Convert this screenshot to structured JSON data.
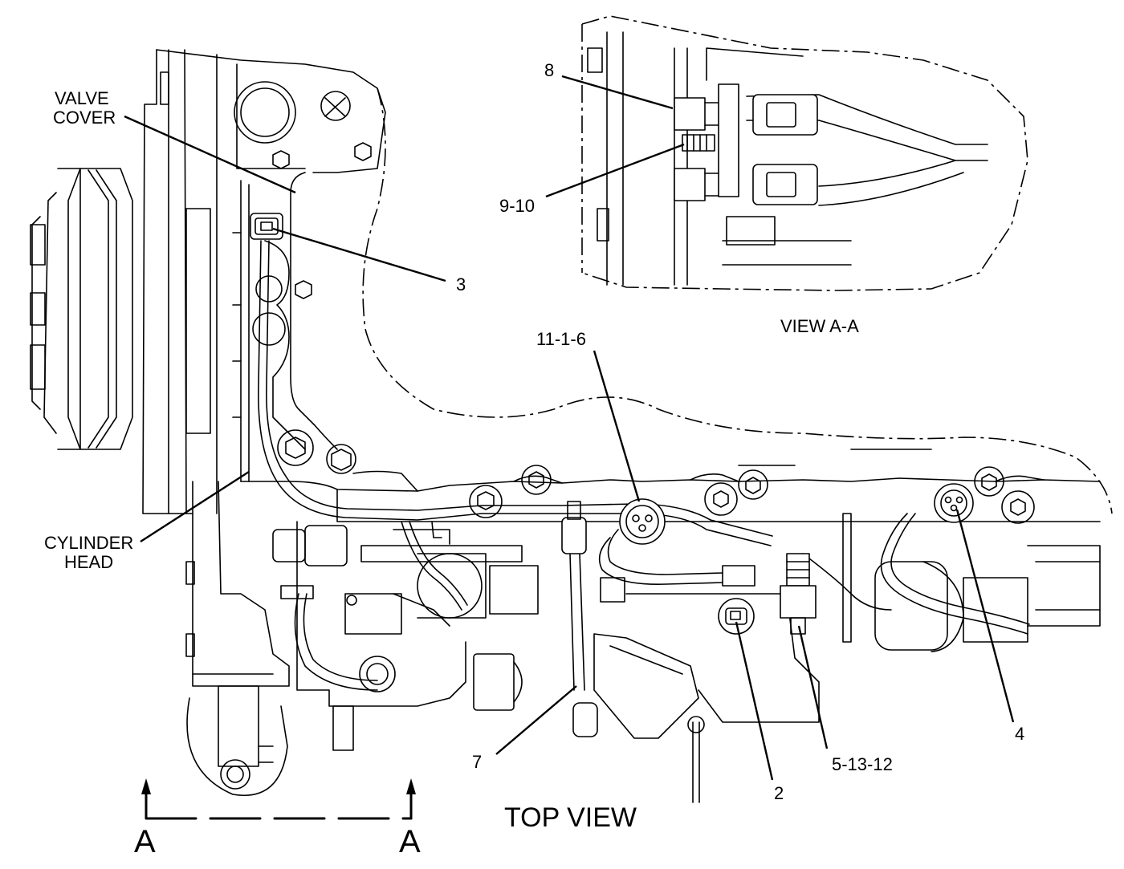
{
  "labels": {
    "valve_cover_line1": "VALVE",
    "valve_cover_line2": "COVER",
    "cylinder_head_line1": "CYLINDER",
    "cylinder_head_line2": "HEAD",
    "callout_3": "3",
    "callout_8": "8",
    "callout_9_10": "9-10",
    "callout_11_1_6": "11-1-6",
    "callout_7": "7",
    "callout_2": "2",
    "callout_5_13_12": "5-13-12",
    "callout_4": "4",
    "view_aa": "VIEW A-A",
    "top_view": "TOP VIEW",
    "section_left": "A",
    "section_right": "A"
  }
}
